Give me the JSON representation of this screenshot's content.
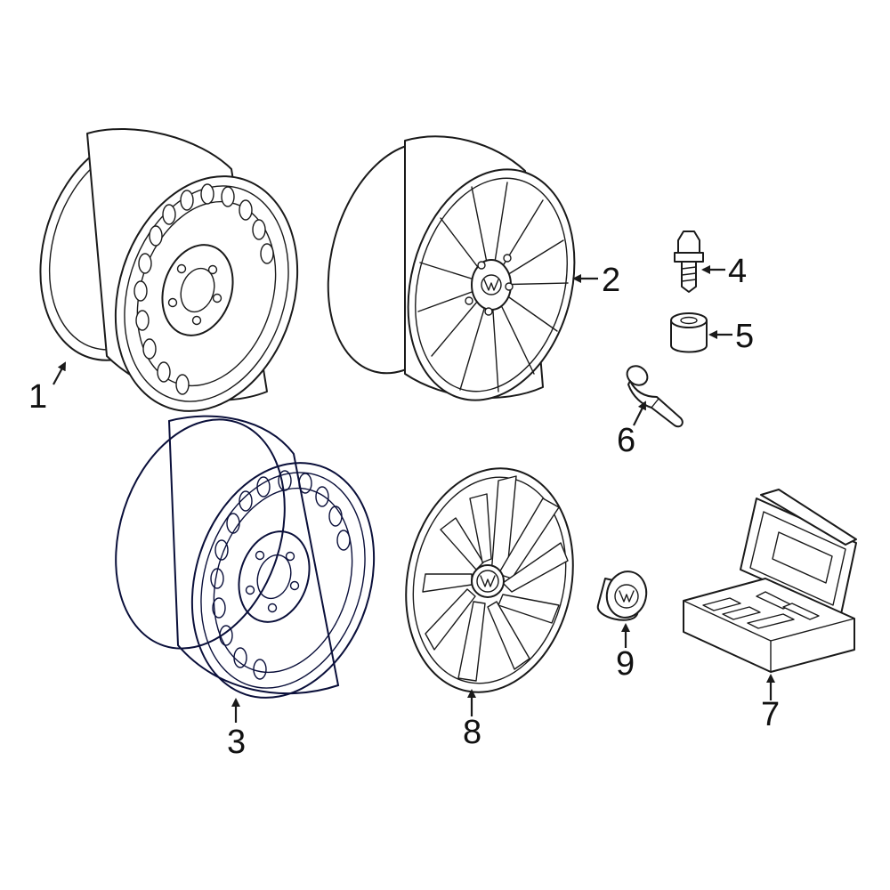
{
  "colors": {
    "highlight": "#2a3fc9",
    "line": "#1a1a1a",
    "background": "#ffffff"
  },
  "callouts": {
    "p1": "1",
    "p2": "2",
    "p3": "3",
    "p4": "4",
    "p5": "5",
    "p6": "6",
    "p7": "7",
    "p8": "8",
    "p9": "9"
  },
  "highlighted_part": "3",
  "icons": [
    "steel-wheel-icon",
    "alloy-wheel-icon",
    "lug-bolt-icon",
    "spacer-icon",
    "valve-stem-icon",
    "tool-case-icon",
    "wheel-cover-icon",
    "center-cap-icon"
  ]
}
